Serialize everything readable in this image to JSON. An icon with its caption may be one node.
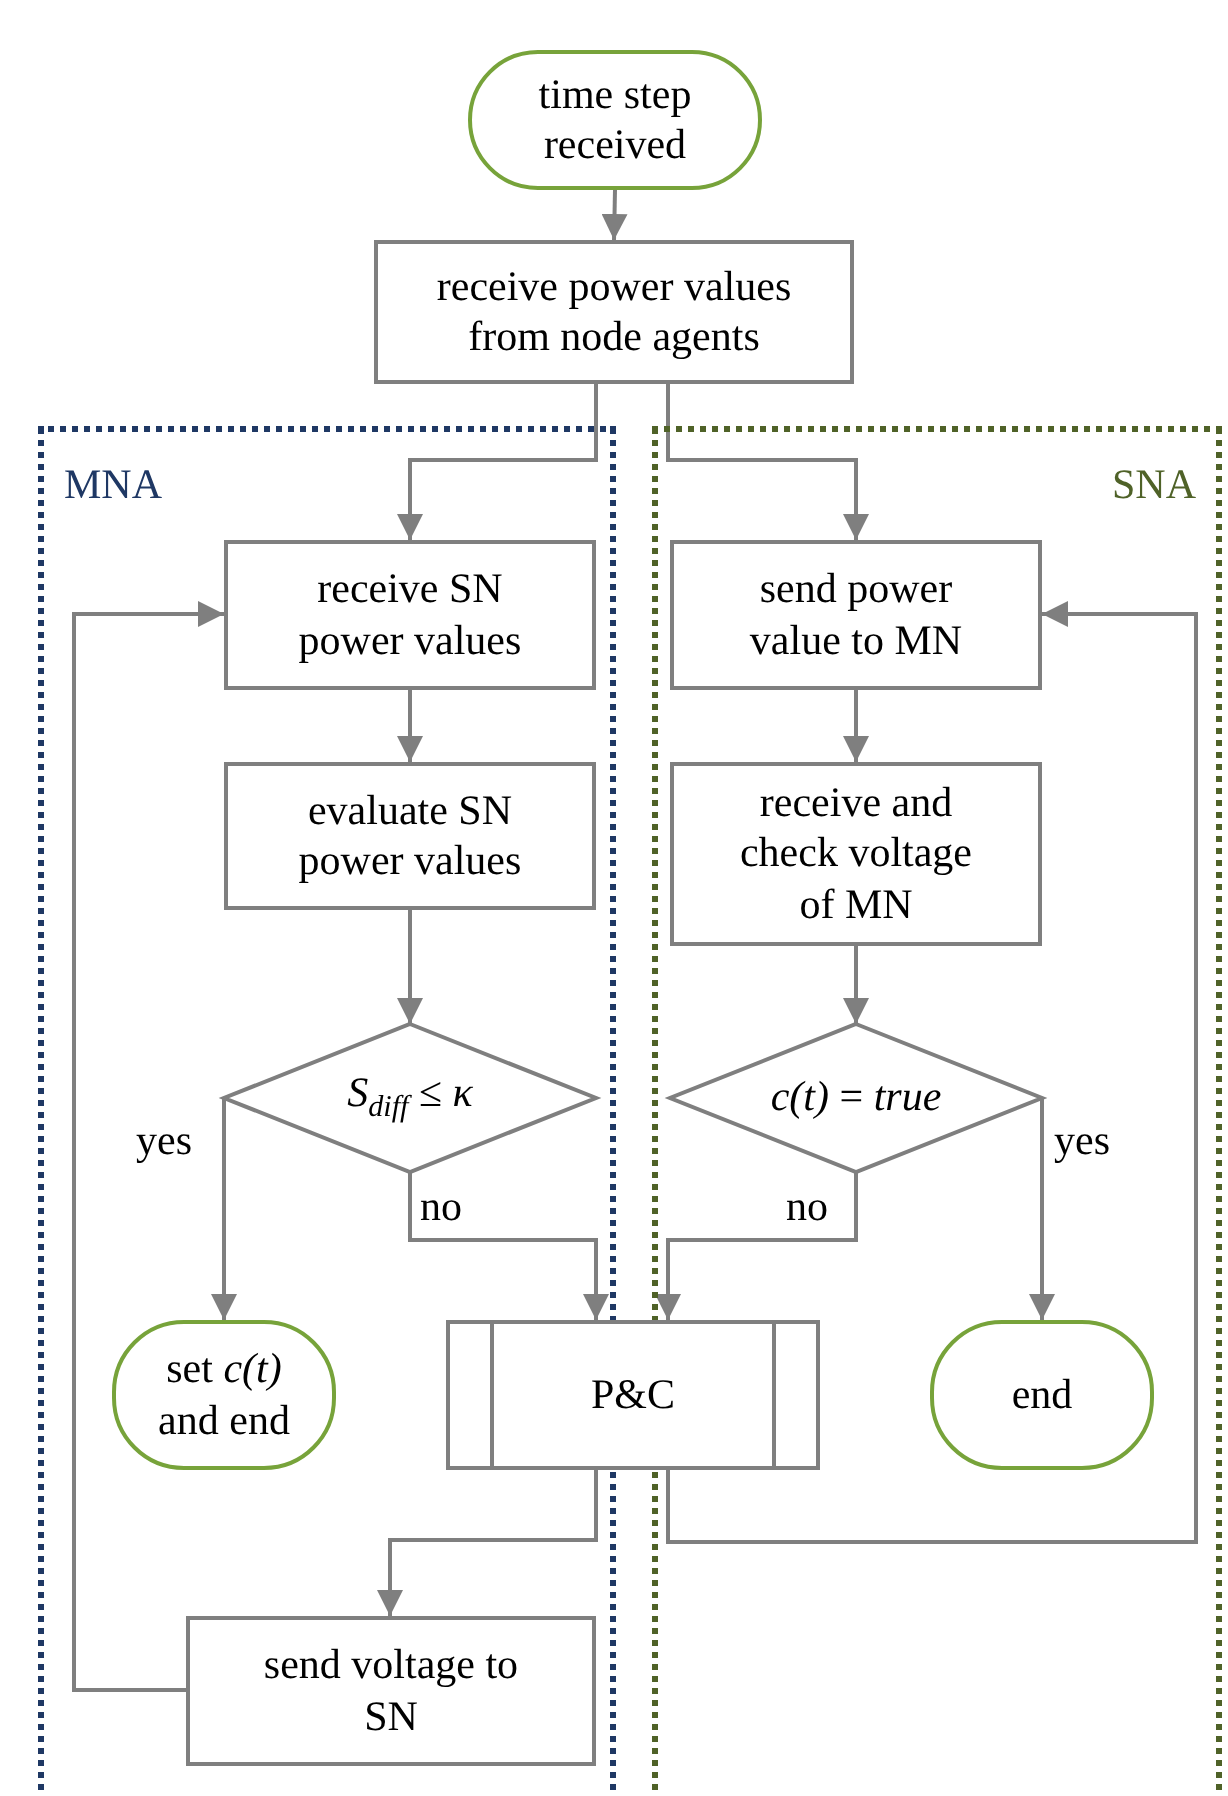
{
  "diagram": {
    "nodes": [
      {
        "text": [
          "time step received"
        ]
      },
      {
        "text": [
          "receive power values from node agents"
        ]
      },
      {
        "text": [
          "MNA"
        ]
      },
      {
        "text": [
          "SNA"
        ]
      },
      {
        "text": [
          "receive SN power values"
        ],
        "in": 2
      },
      {
        "text": [
          "evaluate SN power values"
        ],
        "in": 2
      },
      {
        "text": [
          "*S*$_{diff}$ ≤ *κ*"
        ],
        "in": 2
      },
      {
        "text": [
          "set *c(t)* and end"
        ],
        "in": 2
      },
      {
        "text": [
          "P&C"
        ]
      },
      {
        "text": [
          "send voltage to SN"
        ],
        "in": 2
      },
      {
        "text": [
          "send power value to MN"
        ],
        "in": 3
      },
      {
        "text": [
          "receive and check voltage of MN"
        ],
        "in": 3
      },
      {
        "text": [
          "*c(t)* = *true*"
        ],
        "in": 3
      },
      {
        "text": [
          "end"
        ],
        "in": 3
      }
    ],
    "edges": [
      {
        "from": 0,
        "to": 1,
        "arrow": "to"
      },
      {
        "from": 1,
        "to": 4,
        "arrow": "to"
      },
      {
        "from": 1,
        "to": 10,
        "arrow": "to"
      },
      {
        "from": 4,
        "to": 5,
        "arrow": "to"
      },
      {
        "from": 5,
        "to": 6,
        "arrow": "to"
      },
      {
        "from": 11,
        "to": 12,
        "arrow": "to"
      },
      {
        "from": 10,
        "to": 11,
        "arrow": "to"
      },
      {
        "from": 6,
        "to": 7,
        "arrow": "to",
        "label": "yes"
      },
      {
        "from": 6,
        "to": 8,
        "arrow": "to",
        "label": "no"
      },
      {
        "from": 12,
        "to": 8,
        "arrow": "to",
        "label": "no"
      },
      {
        "from": 12,
        "to": 13,
        "arrow": "to",
        "label": "yes"
      },
      {
        "from": 8,
        "to": 9,
        "arrow": "to"
      },
      {
        "from": 9,
        "to": 4,
        "arrow": "to"
      },
      {
        "from": 8,
        "to": 10,
        "arrow": "to"
      }
    ]
  }
}
